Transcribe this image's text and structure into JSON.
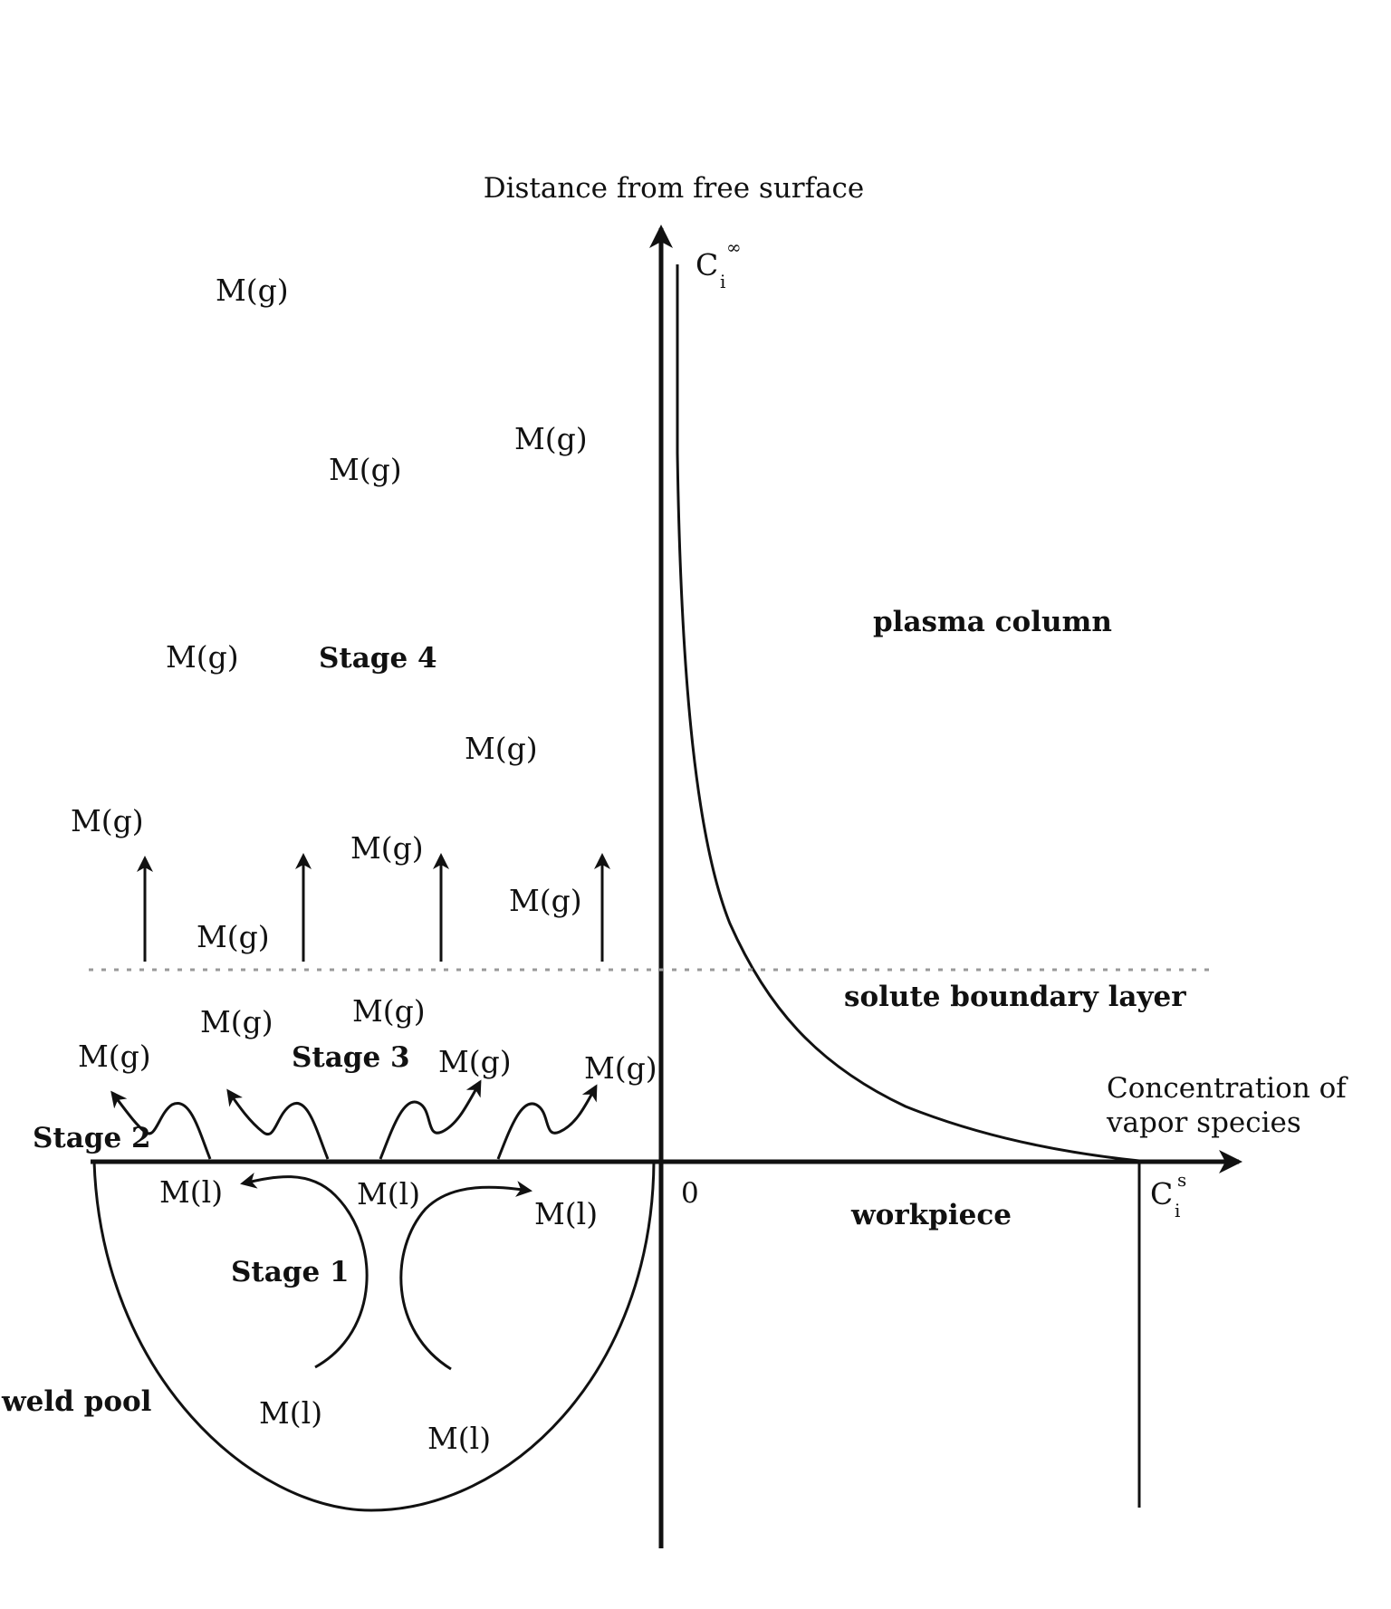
{
  "axes": {
    "y_label": "Distance from free surface",
    "x_label_line1": "Concentration of",
    "x_label_line2": "vapor species",
    "origin_label": "0",
    "c_inf": {
      "base": "C",
      "sub": "i",
      "sup": "∞"
    },
    "c_s": {
      "base": "C",
      "sub": "i",
      "sup": "s"
    }
  },
  "regions": {
    "plasma_column": "plasma column",
    "solute_boundary_layer": "solute boundary layer",
    "workpiece": "workpiece",
    "weld_pool": "weld pool"
  },
  "stages": {
    "stage1": "Stage 1",
    "stage2": "Stage 2",
    "stage3": "Stage 3",
    "stage4": "Stage 4"
  },
  "species": {
    "gas": "M(g)",
    "liquid": "M(l)"
  }
}
